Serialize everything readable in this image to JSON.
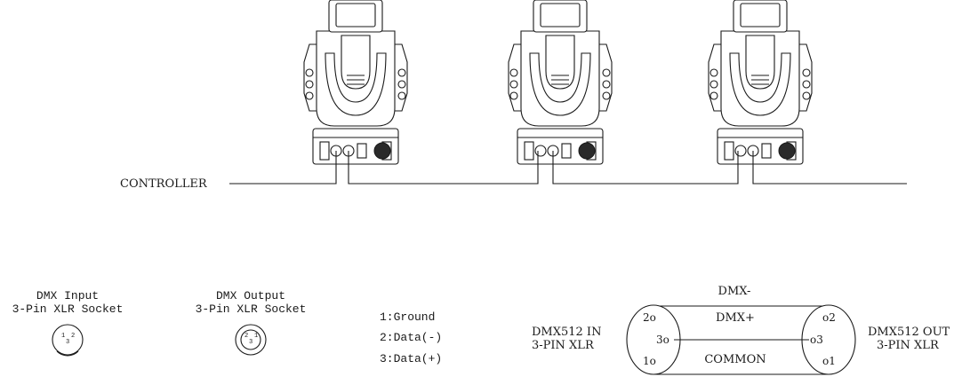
{
  "diagram": {
    "controller_label": "CONTROLLER",
    "fixture_count": 3,
    "dmx_input": {
      "line1": "DMX Input",
      "line2": "3-Pin XLR Socket",
      "pins": [
        "1",
        "3",
        "2"
      ]
    },
    "dmx_output": {
      "line1": "DMX Output",
      "line2": "3-Pin XLR Socket",
      "pins": [
        "2",
        "3",
        "1"
      ]
    },
    "pin_legend": [
      "1:Ground",
      "2:Data(-)",
      "3:Data(+)"
    ],
    "cable": {
      "in_line1": "DMX512 IN",
      "in_line2": "3-PIN XLR",
      "out_line1": "DMX512 OUT",
      "out_line2": "3-PIN XLR",
      "dmx_minus": "DMX-",
      "dmx_plus": "DMX+",
      "common": "COMMON",
      "left_pins": [
        "2o",
        "3o",
        "1o"
      ],
      "right_pins": [
        "o2",
        "o3",
        "o1"
      ]
    }
  }
}
